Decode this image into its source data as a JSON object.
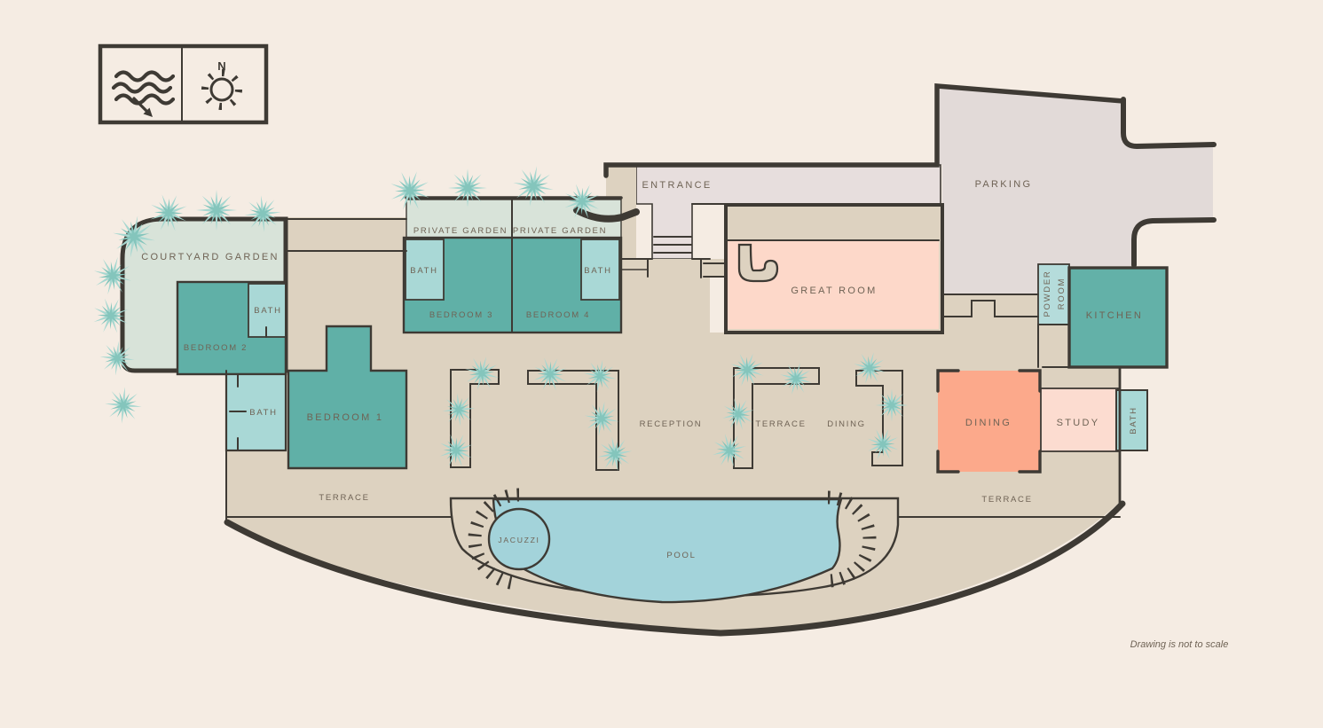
{
  "legend": {
    "north": "N"
  },
  "note": "Drawing is not to scale",
  "rooms": {
    "courtyard_garden": "COURTYARD GARDEN",
    "private_garden": "PRIVATE GARDEN",
    "bedroom_1": "BEDROOM 1",
    "bedroom_2": "BEDROOM 2",
    "bedroom_3": "BEDROOM 3",
    "bedroom_4": "BEDROOM 4",
    "bath": "BATH",
    "entrance": "ENTRANCE",
    "great_room": "GREAT ROOM",
    "parking": "PARKING",
    "powder_room_line1": "POWDER",
    "powder_room_line2": "ROOM",
    "kitchen": "KITCHEN",
    "reception": "RECEPTION",
    "terrace": "TERRACE",
    "dining": "DINING",
    "study": "STUDY",
    "jacuzzi": "JACUZZI",
    "pool": "POOL"
  },
  "colors": {
    "ink": "#3e3a34",
    "background": "#f5ece3",
    "floor": "#ddd2c0",
    "garden": "#d8e3d9",
    "bedroom": "#60b0a7",
    "bath": "#a9d8d6",
    "kitchen": "#63b1a8",
    "powder": "#b5dcdb",
    "great_room": "#fdd8c9",
    "study": "#fcdcd0",
    "dining_room": "#fca98b",
    "parking": "#e2dad8",
    "entrance": "#e7dedd",
    "pool": "#a3d3da",
    "palm_light": "#a6d7d0",
    "palm_dark": "#84c5bc",
    "label": "#6f6355"
  }
}
